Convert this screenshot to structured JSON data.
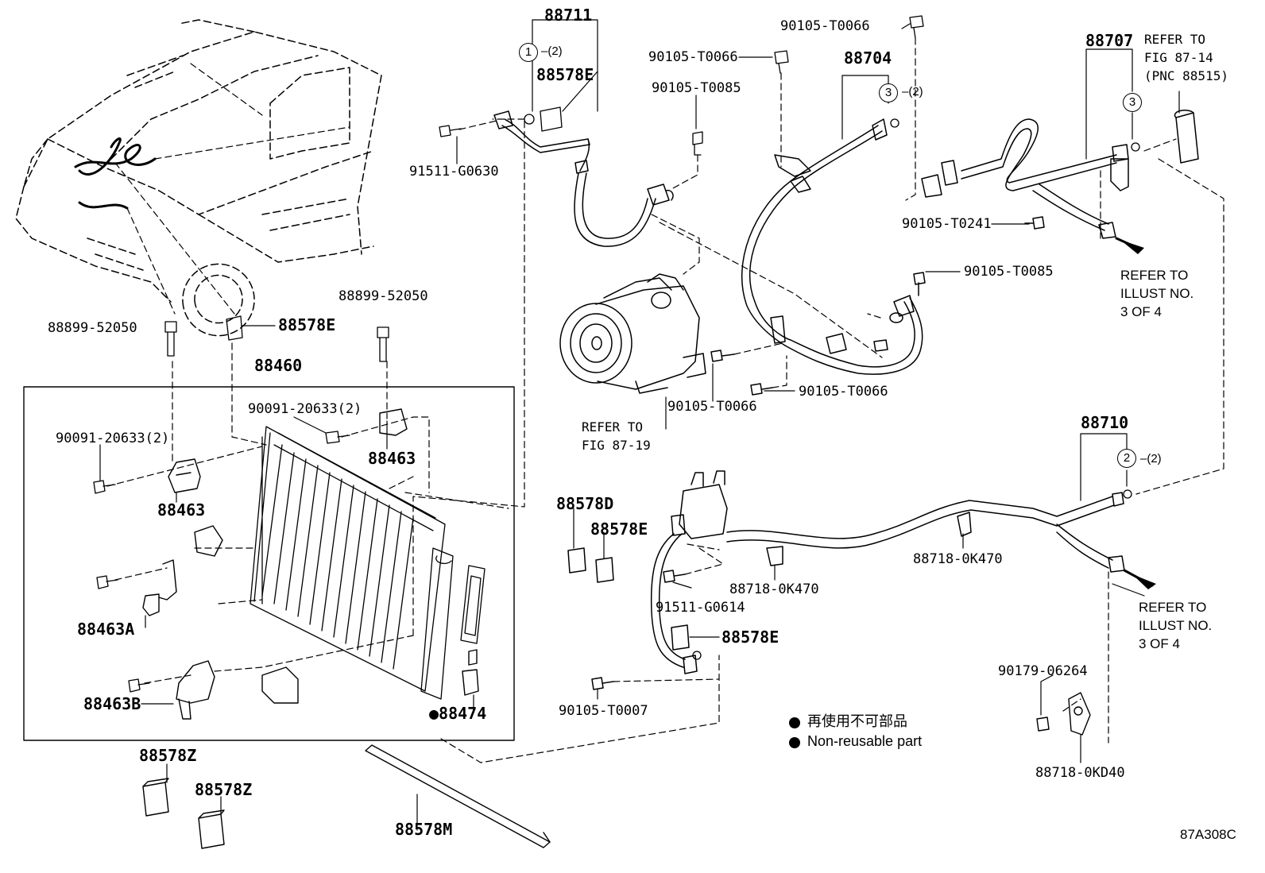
{
  "diagram_code": "87A308C",
  "legend": {
    "symbol": "●",
    "japanese": "再使用不可部品",
    "english": "Non-reusable part"
  },
  "callouts": [
    {
      "id": "1",
      "qty": "(2)"
    },
    {
      "id": "3",
      "qty": "(2)"
    },
    {
      "id": "3b",
      "text": "3"
    },
    {
      "id": "2",
      "qty": "(2)"
    }
  ],
  "parts": {
    "p88711": "88711",
    "p88578E_top": "88578E",
    "p91511_G0630": "91511-G0630",
    "p90105_T0066_a": "90105-T0066",
    "p90105_T0066_b": "90105-T0066",
    "p90105_T0085_a": "90105-T0085",
    "p88704": "88704",
    "p88707": "88707",
    "p90105_T0241": "90105-T0241",
    "p90105_T0085_b": "90105-T0085",
    "p90105_T0066_c": "90105-T0066",
    "p90105_T0066_d": "90105-T0066",
    "p88899_52050_a": "88899-52050",
    "p88899_52050_b": "88899-52050",
    "p88578E_mid": "88578E",
    "p88460": "88460",
    "p90091_20633_a": "90091-20633(2)",
    "p90091_20633_b": "90091-20633(2)",
    "p88463_a": "88463",
    "p88463_b": "88463",
    "p88463A": "88463A",
    "p88463B": "88463B",
    "p88474": "●88474",
    "p88578Z_a": "88578Z",
    "p88578Z_b": "88578Z",
    "p88578M": "88578M",
    "p88578D": "88578D",
    "p88578E_low": "88578E",
    "p91511_G0614": "91511-G0614",
    "p88578E_bot": "88578E",
    "p90105_T0007": "90105-T0007",
    "p88718_0K470_a": "88718-0K470",
    "p88718_0K470_b": "88718-0K470",
    "p88710": "88710",
    "p90179_06264": "90179-06264",
    "p88718_0KD40": "88718-0KD40"
  },
  "notes": {
    "refer_fig_87_14": [
      "REFER TO",
      "FIG 87-14",
      "(PNC 88515)"
    ],
    "refer_fig_87_19": [
      "REFER TO",
      "FIG 87-19"
    ],
    "refer_illust_a": [
      "REFER TO",
      "ILLUST NO.",
      "3 OF 4"
    ],
    "refer_illust_b": [
      "REFER TO",
      "ILLUST NO.",
      "3 OF 4"
    ]
  }
}
